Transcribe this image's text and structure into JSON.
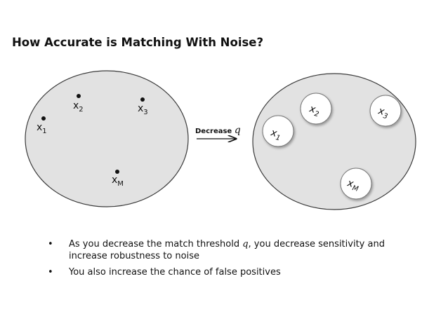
{
  "slide": {
    "title": "How Accurate is Matching With Noise?"
  },
  "diagram": {
    "left_labels": [
      {
        "base": "x",
        "sub": "1"
      },
      {
        "base": "x",
        "sub": "2"
      },
      {
        "base": "x",
        "sub": "3"
      },
      {
        "base": "x",
        "sub": "M"
      }
    ],
    "arrow_text": "Decrease",
    "arrow_symbol": "q",
    "right_labels": [
      {
        "base": "x",
        "sub": "1"
      },
      {
        "base": "x",
        "sub": "2"
      },
      {
        "base": "x",
        "sub": "3"
      },
      {
        "base": "x",
        "sub": "M"
      }
    ]
  },
  "bullets": [
    {
      "before": "As you decrease the match threshold ",
      "symbol": "q",
      "after": ", you decrease sensitivity and increase robustness to noise"
    },
    {
      "text": "You also increase the chance of false positives"
    }
  ],
  "colors": {
    "ellipse_fill": "#e2e2e2",
    "ellipse_stroke": "#3a3a3a",
    "small_circle_fill": "#ffffff"
  }
}
